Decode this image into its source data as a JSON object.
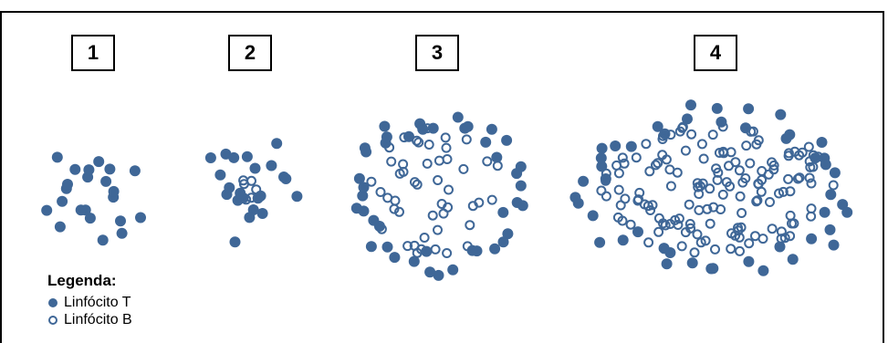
{
  "panels": [
    {
      "label": "1",
      "cluster": {
        "t": 22,
        "b": 0
      }
    },
    {
      "label": "2",
      "cluster": {
        "t": 22,
        "b": 6
      }
    },
    {
      "label": "3",
      "cluster": {
        "t": 42,
        "b": 48
      }
    },
    {
      "label": "4",
      "cluster": {
        "t": 46,
        "b": 150
      }
    }
  ],
  "legend": {
    "title": "Legenda:",
    "items": [
      {
        "label": "Linfócito T",
        "icon": "filled-circle-icon"
      },
      {
        "label": "Linfócito B",
        "icon": "hollow-circle-icon"
      }
    ]
  },
  "colors": {
    "cell": "#3f6797",
    "border": "#000000",
    "background": "#ffffff"
  }
}
